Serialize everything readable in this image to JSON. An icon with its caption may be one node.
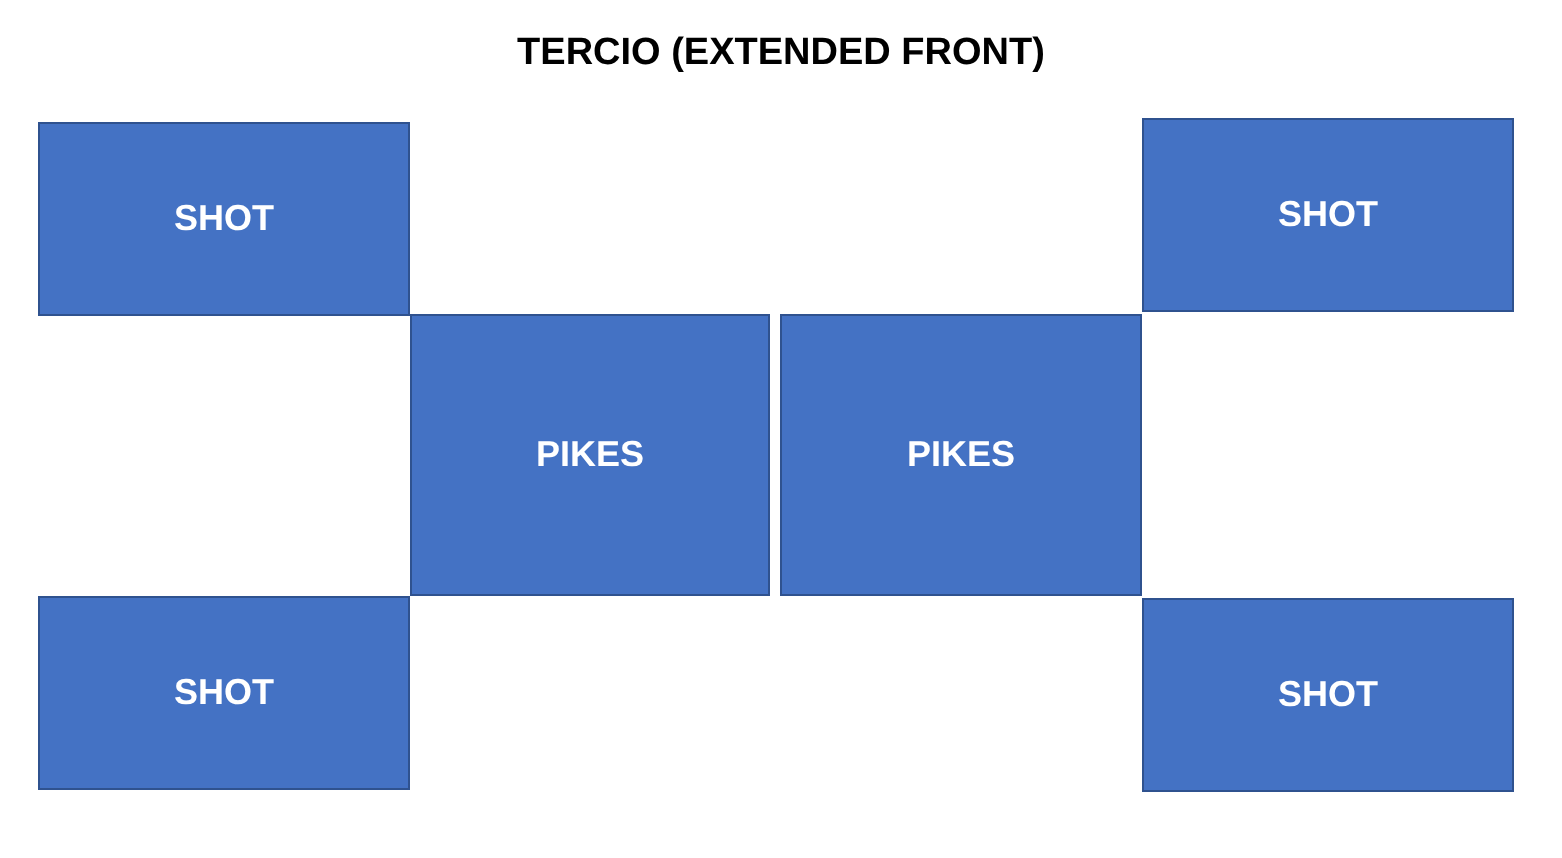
{
  "diagram": {
    "title": "TERCIO (EXTENDED FRONT)",
    "nodes": [
      {
        "text": [
          "SHOT"
        ]
      },
      {
        "text": [
          "SHOT"
        ]
      },
      {
        "text": [
          "PIKES"
        ]
      },
      {
        "text": [
          "PIKES"
        ]
      },
      {
        "text": [
          "SHOT"
        ]
      },
      {
        "text": [
          "SHOT"
        ]
      }
    ]
  }
}
